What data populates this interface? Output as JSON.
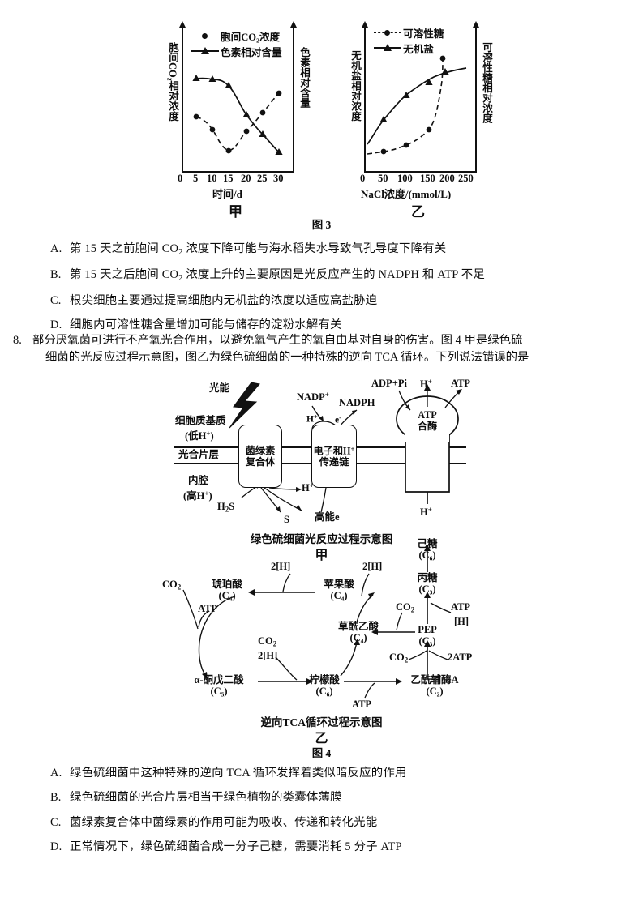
{
  "figure3": {
    "caption": "图 3",
    "left_panel": {
      "name": "甲",
      "y_left_label": "胞间CO₂相对浓度",
      "y_right_label": "色素相对含量",
      "x_label": "时间/d",
      "x_ticks": [
        "0",
        "5",
        "10",
        "15",
        "20",
        "25",
        "30"
      ],
      "legend": [
        {
          "label": "胞间CO₂浓度",
          "marker": "dot",
          "style": "dashed"
        },
        {
          "label": "色素相对含量",
          "marker": "triangle",
          "style": "solid"
        }
      ]
    },
    "right_panel": {
      "name": "乙",
      "y_left_label": "无机盐相对浓度",
      "y_right_label": "可溶性糖相对浓度",
      "x_label": "NaCl浓度/(mmol/L)",
      "x_ticks": [
        "0",
        "50",
        "100",
        "150",
        "200",
        "250"
      ],
      "legend": [
        {
          "label": "可溶性糖",
          "marker": "dot",
          "style": "dashed"
        },
        {
          "label": "无机盐",
          "marker": "triangle",
          "style": "solid"
        }
      ]
    }
  },
  "chart_data": [
    {
      "type": "line",
      "title": "甲",
      "xlabel": "时间/d",
      "ylabel": "胞间CO₂相对浓度",
      "ylabel_right": "色素相对含量",
      "x": [
        5,
        10,
        15,
        20,
        25,
        30
      ],
      "xlim": [
        0,
        32
      ],
      "xticks": [
        0,
        5,
        10,
        15,
        20,
        25,
        30
      ],
      "grid": false,
      "legend_position": "top-left",
      "series": [
        {
          "name": "胞间CO₂浓度",
          "style": "dashed",
          "marker": "dot",
          "values": [
            62,
            50,
            30,
            44,
            62,
            88
          ]
        },
        {
          "name": "色素相对含量",
          "style": "solid",
          "marker": "triangle",
          "values": [
            88,
            87,
            78,
            58,
            42,
            24
          ]
        }
      ]
    },
    {
      "type": "line",
      "title": "乙",
      "xlabel": "NaCl浓度/(mmol/L)",
      "ylabel": "无机盐相对浓度",
      "ylabel_right": "可溶性糖相对浓度",
      "x": [
        0,
        50,
        100,
        150,
        200,
        250
      ],
      "xlim": [
        0,
        260
      ],
      "xticks": [
        0,
        50,
        100,
        150,
        200,
        250
      ],
      "grid": false,
      "legend_position": "top-left",
      "series": [
        {
          "name": "无机盐",
          "style": "solid",
          "marker": "triangle",
          "values": [
            22,
            44,
            62,
            74,
            84,
            87
          ]
        },
        {
          "name": "可溶性糖",
          "style": "dashed",
          "marker": "dot",
          "values": [
            12,
            14,
            18,
            26,
            90,
            null
          ]
        }
      ]
    }
  ],
  "question7_options": [
    {
      "letter": "A.",
      "text_parts": [
        "第 15 天之前胞间 CO",
        "2",
        " 浓度下降可能与海水稻失水导致气孔导度下降有关"
      ]
    },
    {
      "letter": "B.",
      "text_parts": [
        "第 15 天之后胞间 CO",
        "2",
        " 浓度上升的主要原因是光反应产生的 NADPH 和 ATP 不足"
      ]
    },
    {
      "letter": "C.",
      "text_parts": [
        "根尖细胞主要通过提高细胞内无机盐的浓度以适应高盐胁迫",
        "",
        ""
      ]
    },
    {
      "letter": "D.",
      "text_parts": [
        "细胞内可溶性糖含量增加可能与储存的淀粉水解有关",
        "",
        ""
      ]
    }
  ],
  "question8": {
    "number": "8.",
    "line1": "部分厌氧菌可进行不产氧光合作用，以避免氧气产生的氧自由基对自身的伤害。图 4 甲是绿色硫",
    "line2": "细菌的光反应过程示意图，图乙为绿色硫细菌的一种特殊的逆向 TCA 循环。下列说法错误的是",
    "options": [
      {
        "letter": "A.",
        "text": "绿色硫细菌中这种特殊的逆向 TCA 循环发挥着类似暗反应的作用"
      },
      {
        "letter": "B.",
        "text": "绿色硫细菌的光合片层相当于绿色植物的类囊体薄膜"
      },
      {
        "letter": "C.",
        "text": "菌绿素复合体中菌绿素的作用可能为吸收、传递和转化光能"
      },
      {
        "letter": "D.",
        "text": "正常情况下，绿色硫细菌合成一分子己糖，需要消耗 5 分子 ATP"
      }
    ]
  },
  "figure4": {
    "caption": "图 4",
    "panel_a": {
      "name": "甲",
      "caption": "绿色硫细菌光反应过程示意图",
      "labels": {
        "light": "光能",
        "cytoplasm": "细胞质基质",
        "cytoplasm_h": "(低H⁺)",
        "lamella": "光合片层",
        "lumen": "内腔",
        "lumen_h": "(高H⁺)",
        "h2s": "H₂S",
        "s": "S",
        "high_e": "高能e⁻",
        "hplus_mid": "H⁺",
        "hplus_bottom": "H⁺",
        "hplus_top": "H⁺",
        "nadp": "NADP⁺",
        "nadph": "NADPH",
        "h_small": "H⁺",
        "e_small": "e⁻",
        "adp_pi": "ADP+Pi",
        "atp": "ATP",
        "box_pigment": "菌绿素\n复合体",
        "box_chain": "电子和H⁺\n传递链",
        "box_synthase": "ATP\n合酶"
      }
    },
    "panel_b": {
      "name": "乙",
      "caption": "逆向TCA循环过程示意图",
      "nodes": [
        {
          "name": "琥珀酸",
          "carbon": "(C₄)"
        },
        {
          "name": "苹果酸",
          "carbon": "(C₄)"
        },
        {
          "name": "草酰乙酸",
          "carbon": "(C₄)"
        },
        {
          "name": "α-酮戊二酸",
          "carbon": "(C₅)"
        },
        {
          "name": "柠檬酸",
          "carbon": "(C₆)"
        },
        {
          "name": "乙酰辅酶A",
          "carbon": "(C₂)"
        },
        {
          "name": "PEP",
          "carbon": "(C₃)"
        },
        {
          "name": "丙糖",
          "carbon": "(C₃)"
        },
        {
          "name": "己糖",
          "carbon": "(C₆)"
        }
      ],
      "edge_labels": [
        "2[H]",
        "2[H]",
        "2[H]",
        "CO₂",
        "CO₂",
        "CO₂",
        "CO₂",
        "ATP",
        "ATP",
        "ATP",
        "2ATP",
        "[H]"
      ]
    }
  }
}
